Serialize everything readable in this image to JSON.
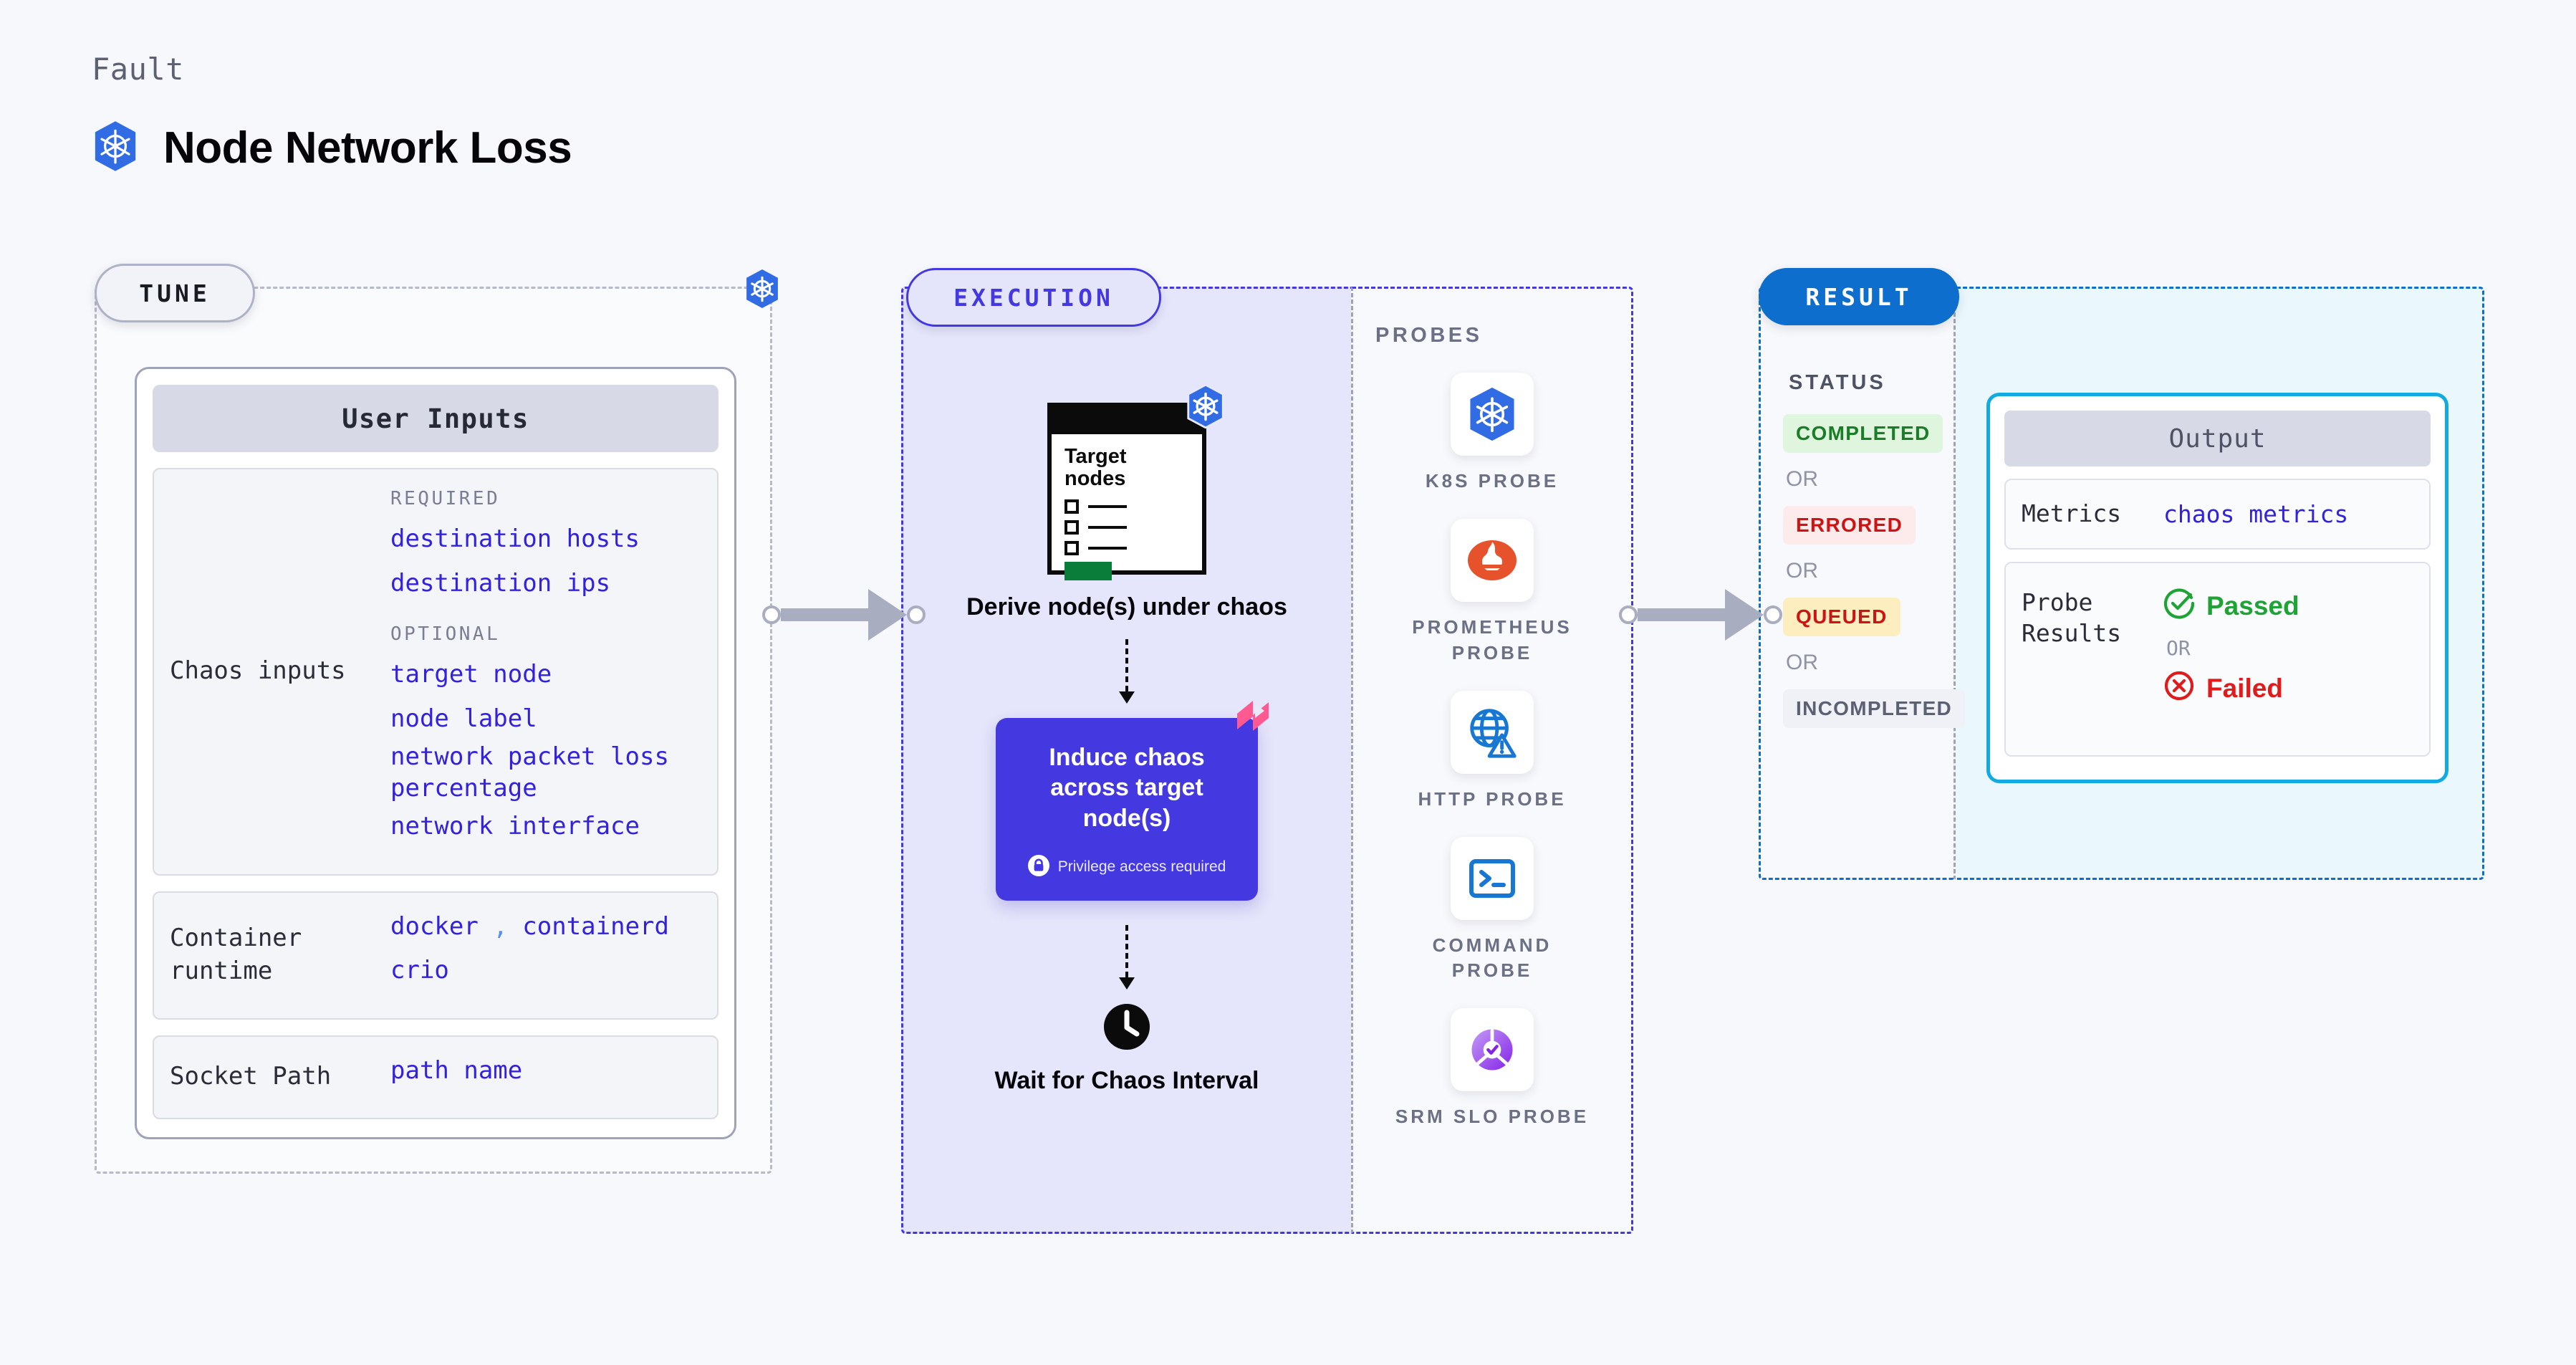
{
  "header": {
    "eyebrow": "Fault",
    "title": "Node Network Loss",
    "logo_icon": "kubernetes-icon"
  },
  "sections": {
    "tune": {
      "badge": "TUNE"
    },
    "execution": {
      "badge": "EXECUTION"
    },
    "result": {
      "badge": "RESULT"
    }
  },
  "tune": {
    "card_title": "User Inputs",
    "rows": [
      {
        "label": "Chaos inputs",
        "groups": [
          {
            "title": "REQUIRED",
            "values": [
              "destination hosts",
              "destination ips"
            ]
          },
          {
            "title": "OPTIONAL",
            "values": [
              "target node",
              "node label",
              "network packet loss percentage",
              "network interface"
            ]
          }
        ]
      }
    ],
    "container_runtime": {
      "label": "Container runtime",
      "value_line_1_a": "docker",
      "value_separator": ",",
      "value_line_1_b": "containerd",
      "value_line_2": "crio"
    },
    "socket_path": {
      "label": "Socket Path",
      "value": "path name"
    }
  },
  "execution": {
    "steps": [
      {
        "window_title": "Target nodes",
        "caption": "Derive node(s) under chaos"
      },
      {
        "title": "Induce chaos across target node(s)",
        "privilege_note": "Privilege access required",
        "privilege_icon": "lock-icon"
      },
      {
        "caption": "Wait for Chaos Interval",
        "icon": "clock-icon"
      }
    ]
  },
  "probes": {
    "title": "PROBES",
    "items": [
      {
        "name": "K8S PROBE",
        "icon": "kubernetes-icon"
      },
      {
        "name": "PROMETHEUS PROBE",
        "icon": "prometheus-icon"
      },
      {
        "name": "HTTP PROBE",
        "icon": "globe-warning-icon"
      },
      {
        "name": "COMMAND PROBE",
        "icon": "terminal-icon"
      },
      {
        "name": "SRM SLO PROBE",
        "icon": "srm-slo-icon"
      }
    ]
  },
  "result": {
    "status_title": "STATUS",
    "or_label": "OR",
    "statuses": [
      {
        "label": "COMPLETED",
        "color": "#1a7d28",
        "bg": "#dff5de"
      },
      {
        "label": "ERRORED",
        "color": "#cc1414",
        "bg": "#fdeaea"
      },
      {
        "label": "QUEUED",
        "color": "#cc1414",
        "bg": "#fdeec0"
      },
      {
        "label": "INCOMPLETED",
        "color": "#5b6072",
        "bg": "#f0f1f6"
      }
    ],
    "output": {
      "title": "Output",
      "metrics_label": "Metrics",
      "metrics_value": "chaos metrics",
      "probe_results_label": "Probe Results",
      "passed_label": "Passed",
      "failed_label": "Failed",
      "or_label": "OR",
      "passed_icon": "check-circle-icon",
      "failed_icon": "x-circle-icon"
    }
  },
  "colors": {
    "accent_purple": "#4438e0",
    "accent_blue": "#0d6ecd",
    "accent_cyan": "#12aae3",
    "kube_blue": "#326ce5",
    "value_blue": "#3322dd",
    "litmus_pink": "#ff5991"
  }
}
